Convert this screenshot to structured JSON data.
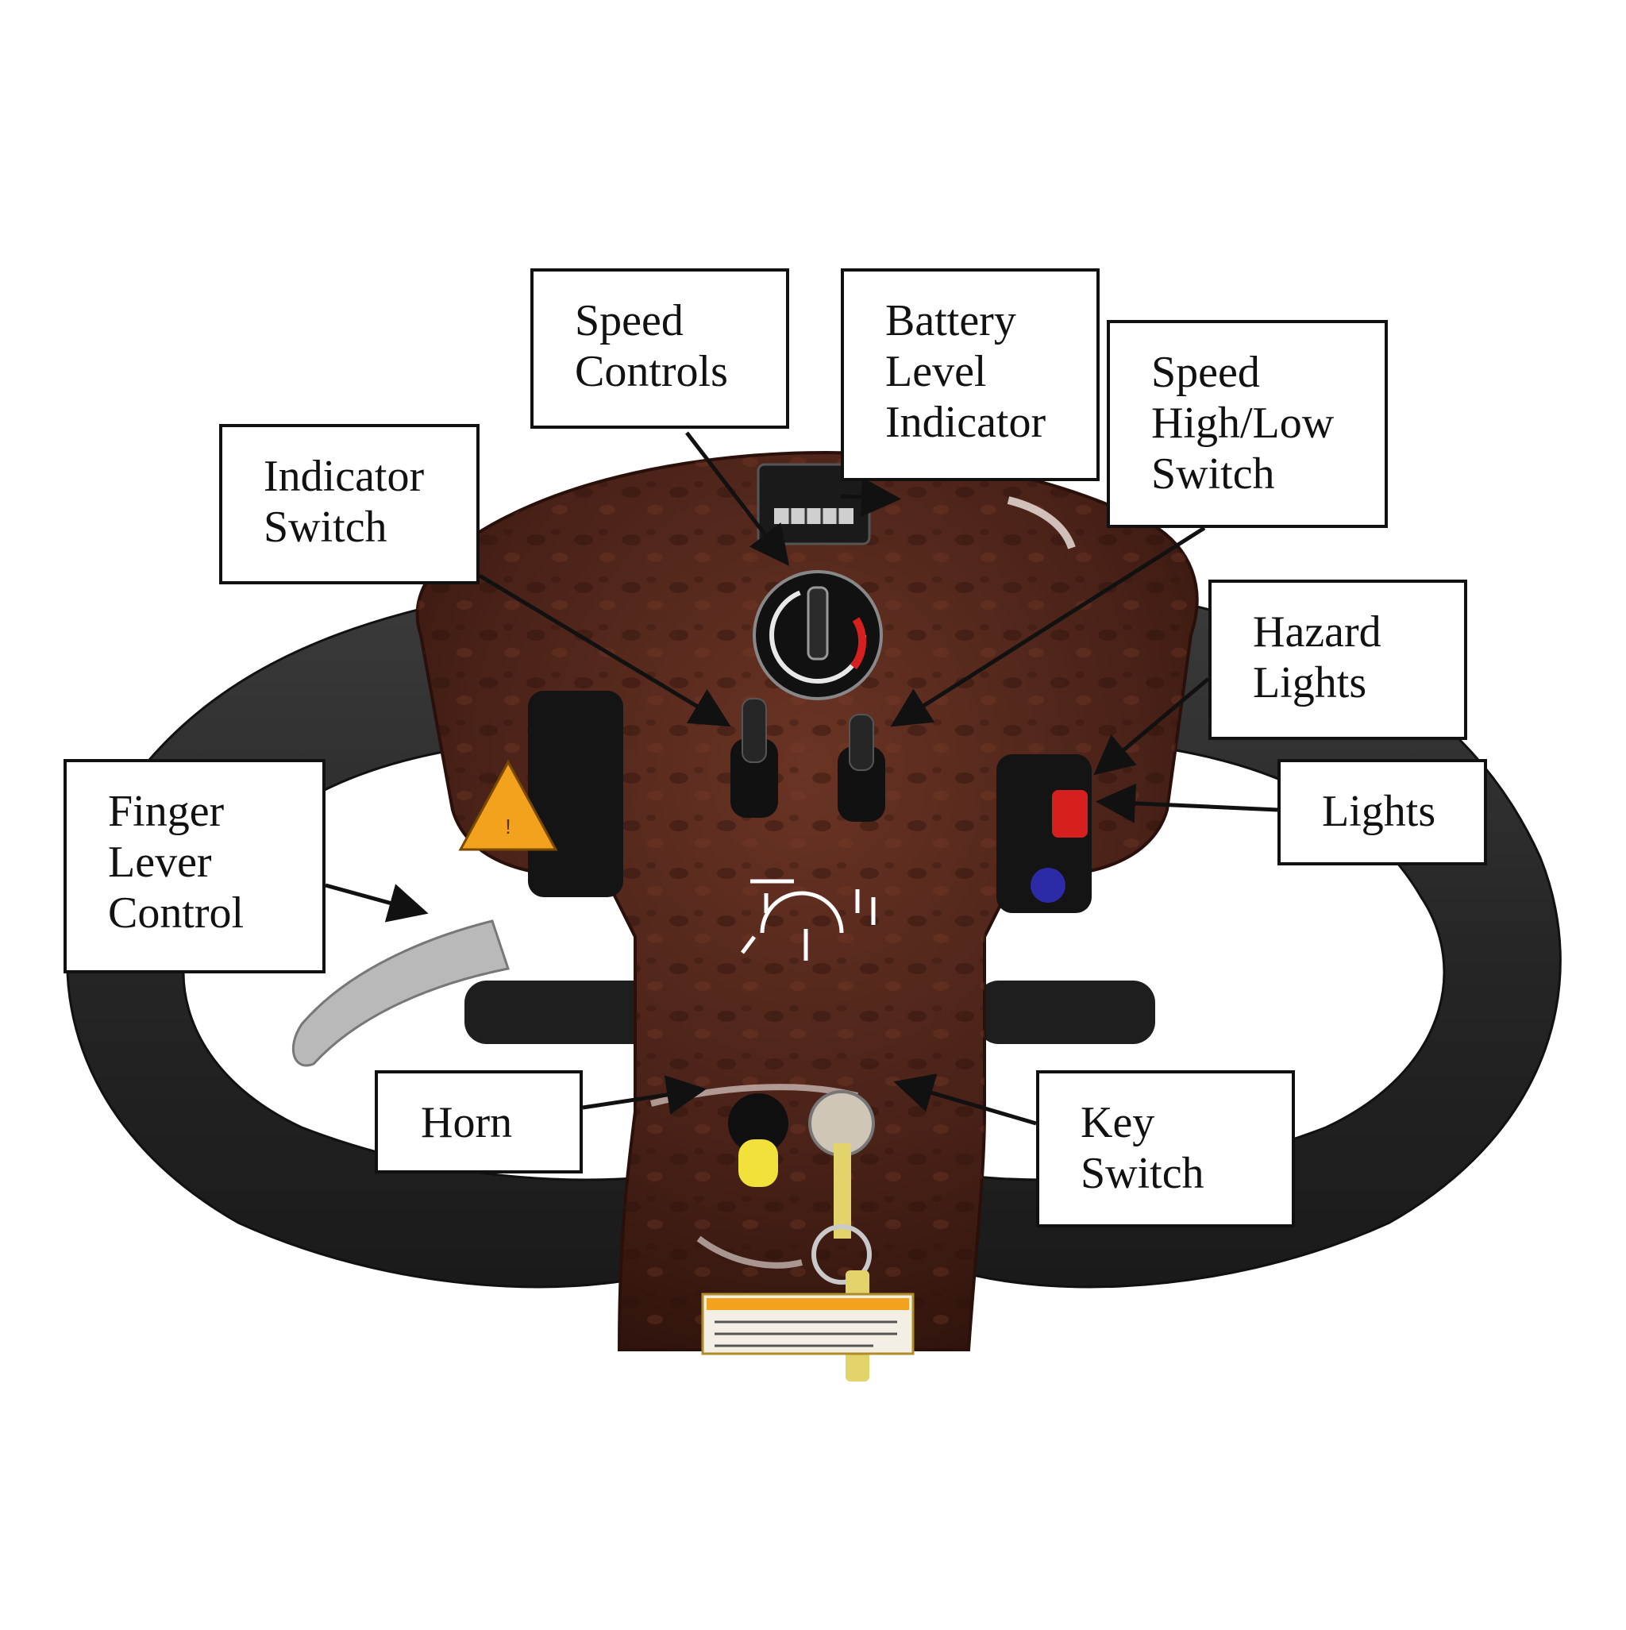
{
  "labels": {
    "speed_controls": [
      "Speed",
      "Controls"
    ],
    "battery_level_indicator": [
      "Battery",
      "Level",
      "Indicator"
    ],
    "speed_high_low_switch": [
      "Speed",
      "High/Low",
      "Switch"
    ],
    "indicator_switch": [
      "Indicator",
      "Switch"
    ],
    "hazard_lights": [
      "Hazard",
      "Lights"
    ],
    "lights": [
      "Lights"
    ],
    "finger_lever_control": [
      "Finger",
      "Lever",
      "Control"
    ],
    "horn": [
      "Horn"
    ],
    "key_switch": [
      "Key",
      "Switch"
    ]
  },
  "colors": {
    "wood": "#4a2218",
    "grip": "#2b2b2b",
    "arrow": "#111111",
    "key": "#e2d36a",
    "horn_button": "#f2e13a",
    "hazard_red": "#d62020",
    "warning_sticker": "#f2a21d"
  },
  "icons": [
    "speed-dial-icon",
    "battery-gauge-icon",
    "toggle-switch-icon",
    "key-icon",
    "warning-triangle-icon"
  ]
}
